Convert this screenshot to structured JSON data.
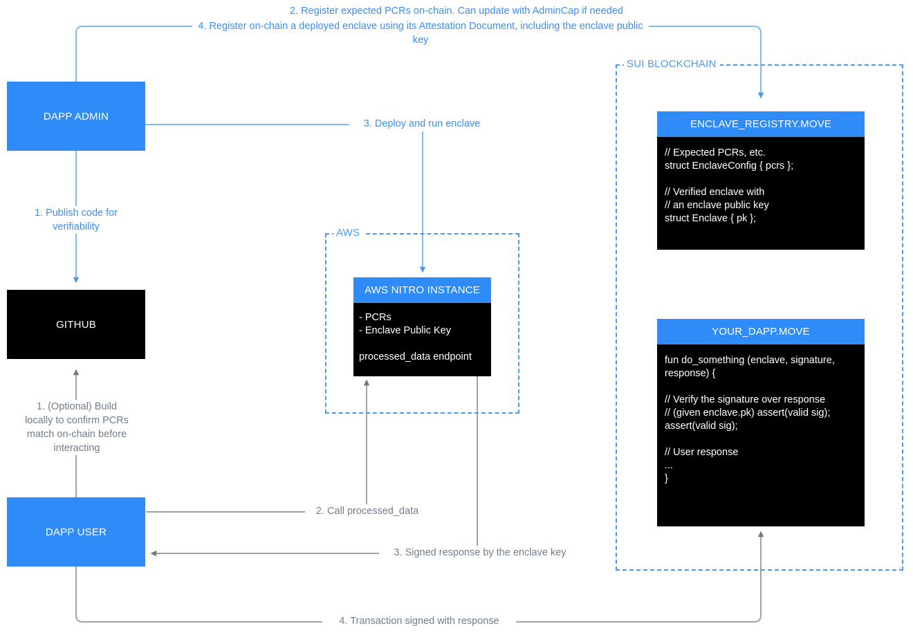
{
  "meta": {
    "title": "Nautilus / Sui enclave attestation flow diagram",
    "colors": {
      "accent_blue": "#2E8BF8",
      "line_blue": "#7FBAF9",
      "label_blue": "#3C8DF5",
      "dashed_blue": "#4A97F5",
      "line_gray": "#9AA3AE",
      "label_gray": "#717D8C",
      "black": "#000000",
      "white": "#FFFFFF"
    }
  },
  "nodes": {
    "dapp_admin": {
      "label": "DAPP ADMIN"
    },
    "github": {
      "label": "GITHUB"
    },
    "dapp_user": {
      "label": "DAPP USER"
    },
    "aws_nitro": {
      "header": "AWS NITRO INSTANCE",
      "body": "- PCRs\n- Enclave Public Key\n\nprocessed_data endpoint"
    },
    "enclave_registry": {
      "header": "ENCLAVE_REGISTRY.MOVE",
      "body": "// Expected PCRs, etc.\nstruct EnclaveConfig { pcrs };\n\n// Verified enclave with\n// an enclave public key\nstruct Enclave { pk };"
    },
    "your_dapp": {
      "header": "YOUR_DAPP.MOVE",
      "body": "fun do_something (enclave, signature, response) {\n\n// Verify the signature over response\n// (given enclave.pk) assert(valid sig);\nassert(valid sig);\n\n// User response\n...\n}"
    }
  },
  "groups": {
    "aws": {
      "label": "AWS"
    },
    "sui": {
      "label": "SUI BLOCKCHAIN"
    }
  },
  "edges": {
    "admin_register_pcrs": "2. Register expected PCRs on-chain. Can update with AdminCap if needed",
    "admin_register_enclave": "4. Register on-chain a deployed enclave using its Attestation Document, including the enclave public key",
    "admin_publish": "1. Publish code for\nverifiability",
    "admin_deploy": "3. Deploy and run enclave",
    "user_build_local": "1. (Optional) Build\nlocally to confirm PCRs\nmatch on-chain before\ninteracting",
    "user_call": "2. Call processed_data",
    "enclave_signed_response": "3. Signed response by the enclave key",
    "user_transaction": "4. Transaction signed with response"
  }
}
